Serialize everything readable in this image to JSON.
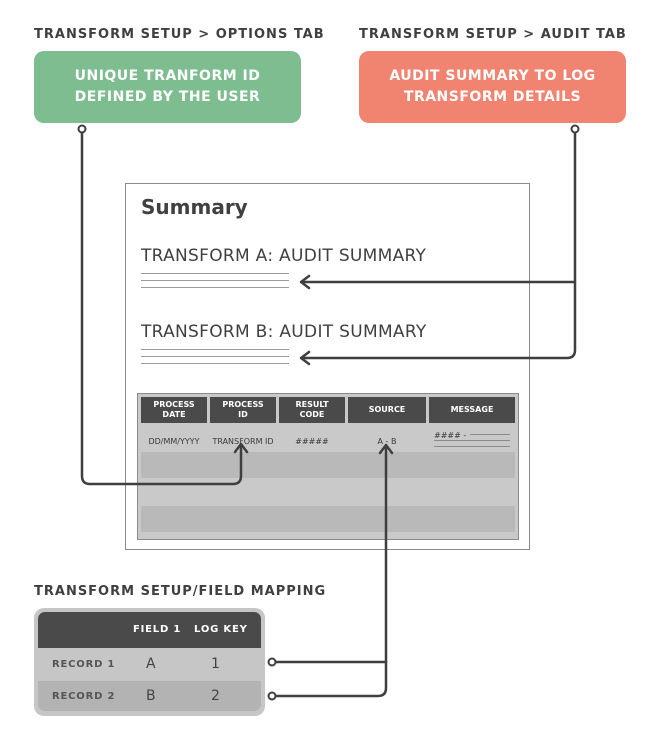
{
  "labels": {
    "options_tab": "TRANSFORM SETUP > OPTIONS TAB",
    "audit_tab": "TRANSFORM SETUP > AUDIT TAB",
    "field_mapping": "TRANSFORM SETUP/FIELD MAPPING"
  },
  "callouts": {
    "left_line1": "UNIQUE TRANFORM ID",
    "left_line2": "DEFINED BY THE USER",
    "right_line1": "AUDIT SUMMARY TO LOG",
    "right_line2": "TRANSFORM DETAILS"
  },
  "summary": {
    "title": "Summary",
    "audit_a": "TRANSFORM A: AUDIT SUMMARY",
    "audit_b": "TRANSFORM B: AUDIT SUMMARY"
  },
  "audit_table": {
    "headers": [
      [
        "PROCESS",
        "DATE"
      ],
      [
        "PROCESS",
        "ID"
      ],
      [
        "RESULT",
        "CODE"
      ],
      [
        "SOURCE"
      ],
      [
        "MESSAGE"
      ]
    ],
    "row": [
      "DD/MM/YYYY",
      "TRANSFORM ID",
      "#####",
      "A - B",
      "#### -"
    ]
  },
  "mapping_table": {
    "headers": [
      "FIELD 1",
      "LOG KEY"
    ],
    "rows": [
      {
        "label": "RECORD 1",
        "field1": "A",
        "log_key": "1"
      },
      {
        "label": "RECORD 2",
        "field1": "B",
        "log_key": "2"
      }
    ]
  },
  "colors": {
    "green": "#7dbd8f",
    "salmon": "#f08471",
    "connector": "#3f3f3f"
  }
}
